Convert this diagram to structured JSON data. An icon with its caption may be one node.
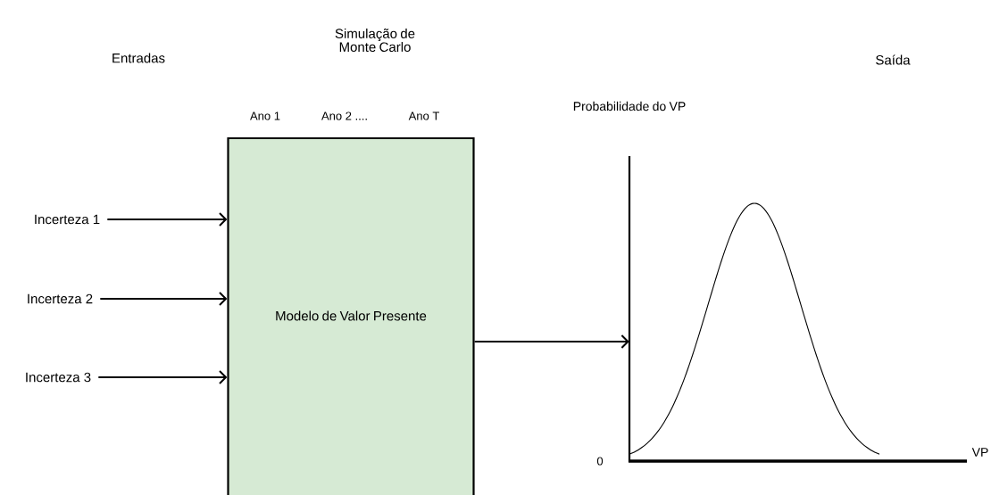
{
  "diagram": {
    "nodes": [
      {
        "text": [
          "Incerteza 1"
        ]
      },
      {
        "text": [
          "Incerteza 2"
        ]
      },
      {
        "text": [
          "Incerteza 3"
        ]
      },
      {
        "text": [
          "Modelo de Valor Presente"
        ]
      },
      {
        "text": [],
        "shape": "picture"
      }
    ],
    "edges": [
      {
        "from": 0,
        "to": 3,
        "arrow": "to"
      },
      {
        "from": 1,
        "to": 3,
        "arrow": "to"
      },
      {
        "from": 2,
        "to": 3,
        "arrow": "to"
      },
      {
        "from": 3,
        "to": 4,
        "arrow": "to"
      }
    ],
    "labels": [
      "Simulação de Monte Carlo",
      "Entradas",
      "Saída",
      "Ano 1",
      "Ano 2 ....",
      "Ano T",
      "Probabilidade do VP",
      "0",
      "VP"
    ]
  }
}
